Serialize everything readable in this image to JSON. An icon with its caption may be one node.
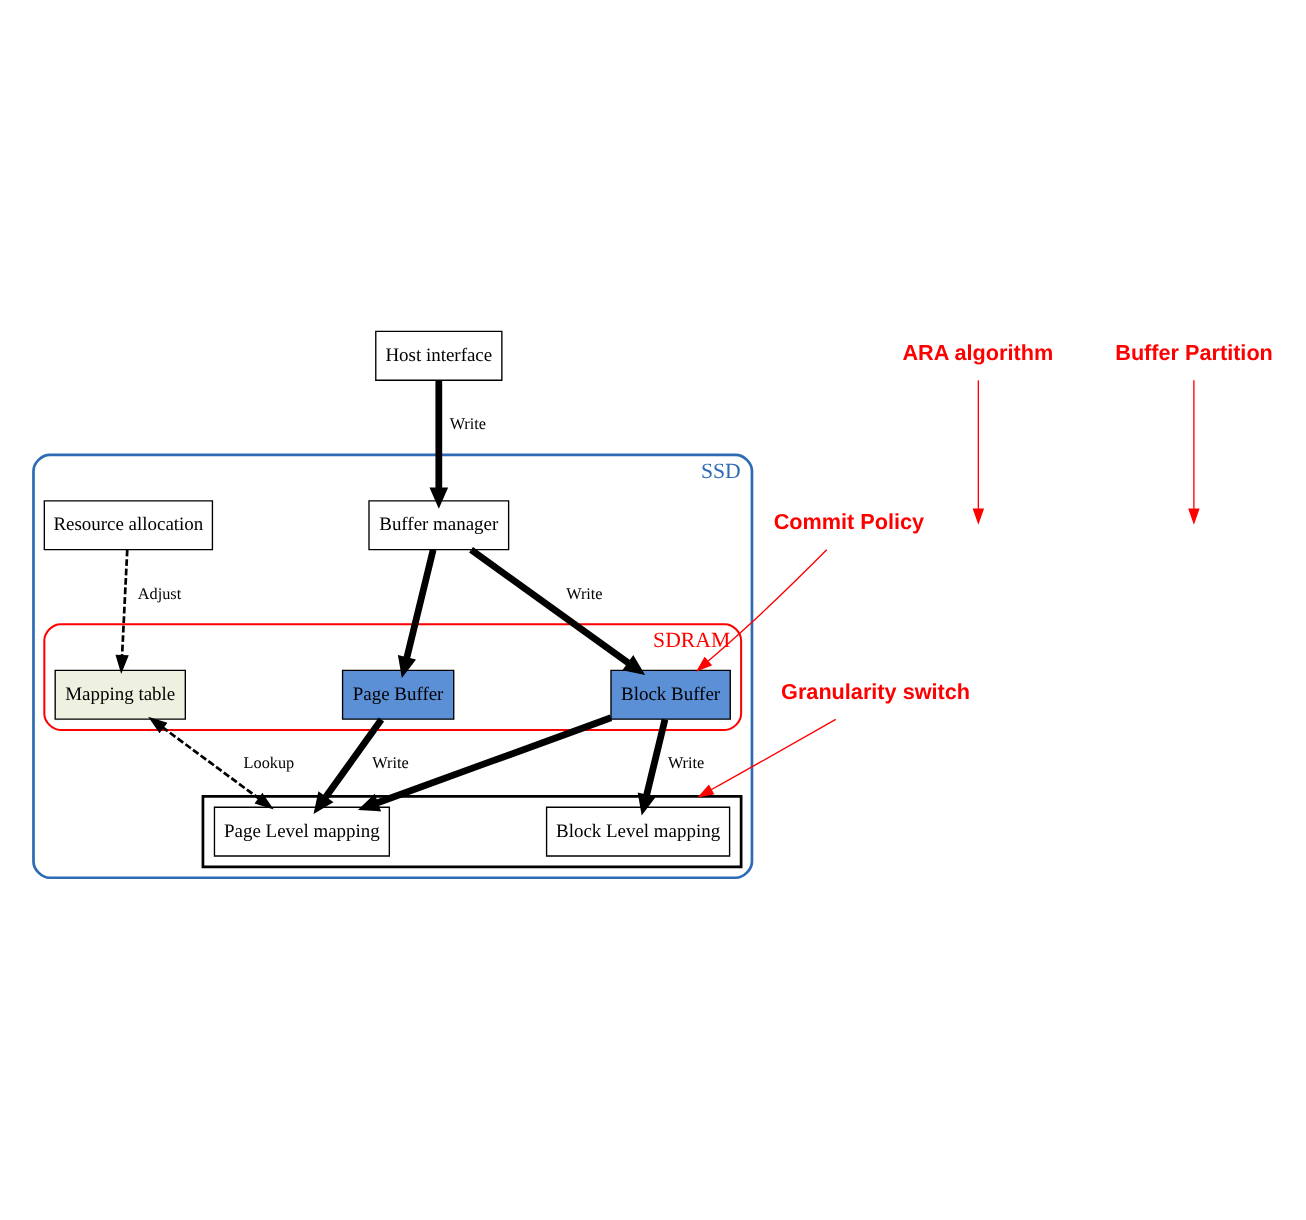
{
  "diagram": {
    "nodes": [
      {
        "text": [
          "Host interface"
        ]
      },
      {
        "text": [
          "SSD"
        ]
      },
      {
        "text": [
          "Buffer manager"
        ],
        "in": 1
      },
      {
        "text": [
          "Resource allocation"
        ],
        "in": 1
      },
      {
        "text": [
          "SDRAM"
        ],
        "in": 1
      },
      {
        "text": [
          "Block Buffer"
        ],
        "in": 4
      },
      {
        "text": [
          "Page Buffer"
        ],
        "in": 4
      },
      {
        "text": [
          "Mapping table"
        ],
        "in": 4
      },
      {
        "text": [],
        "shape": "box",
        "in": 1
      },
      {
        "text": [
          "Block Level mapping"
        ],
        "in": 8
      },
      {
        "text": [
          "Page Level mapping"
        ],
        "in": 8
      },
      {
        "text": [
          "ARA algorithm"
        ]
      },
      {
        "text": [
          "Buffer Partition"
        ]
      },
      {
        "text": [
          "Commit Policy"
        ]
      },
      {
        "text": [
          "Granularity switch"
        ]
      }
    ],
    "edges": [
      {
        "from": 0,
        "to": 2,
        "arrow": "to",
        "label": "Write",
        "style": "thick"
      },
      {
        "from": 2,
        "to": 5,
        "arrow": "to",
        "label": "Write",
        "style": "thick"
      },
      {
        "from": 2,
        "to": 6,
        "arrow": "to",
        "style": "thick"
      },
      {
        "from": 3,
        "to": 7,
        "arrow": "to",
        "label": "Adjust",
        "style": "dashed"
      },
      {
        "from": 5,
        "to": 9,
        "arrow": "to",
        "label": "Write",
        "style": "thick"
      },
      {
        "from": 5,
        "to": 10,
        "arrow": "to",
        "style": "thick"
      },
      {
        "from": 6,
        "to": 10,
        "arrow": "to",
        "label": "Write",
        "style": "thick"
      },
      {
        "from": 7,
        "to": 10,
        "arrow": "both",
        "label": "Lookup",
        "style": "dashed"
      },
      {
        "from": 11,
        "to": null,
        "arrow": "to",
        "color": "#ff0000"
      },
      {
        "from": 12,
        "to": null,
        "arrow": "to",
        "color": "#ff0000"
      },
      {
        "from": 13,
        "to": 5,
        "arrow": "to",
        "color": "#ff0000"
      },
      {
        "from": 14,
        "to": 8,
        "arrow": "to",
        "color": "#ff0000"
      }
    ]
  }
}
